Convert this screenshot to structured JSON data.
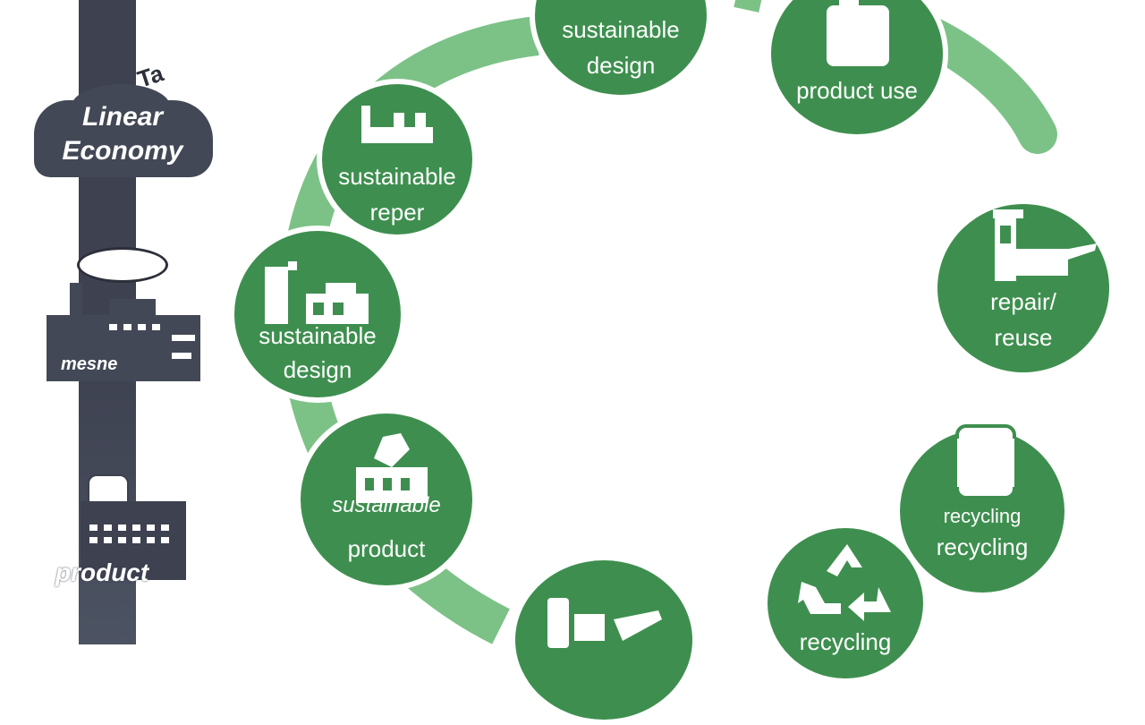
{
  "linear": {
    "tap": "Ta",
    "title_line1": "Linear",
    "title_line2": "Economy",
    "factory_text": "mesne",
    "product": "product"
  },
  "circular": {
    "nodes": [
      {
        "line1": "sustainable",
        "line2": "reper"
      },
      {
        "line1": "sustainable",
        "line2": "design"
      },
      {
        "line1": "sustainable",
        "line2": "product"
      },
      {
        "line1": "sustainable",
        "line2": "design"
      },
      {
        "line1": "product use",
        "line2": ""
      },
      {
        "line1": "repair/",
        "line2": "reuse"
      },
      {
        "line1": "recycling",
        "line2": "recycling"
      },
      {
        "line1": "recycling",
        "line2": ""
      }
    ]
  },
  "colors": {
    "node_green": "#3e8f4f",
    "ring_green": "#7cc287",
    "linear_dark": "#3d4150"
  }
}
